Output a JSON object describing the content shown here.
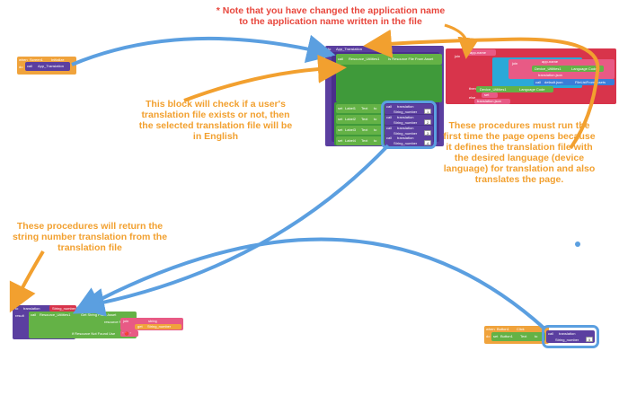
{
  "annotations": {
    "note_app_name": "* Note that you have changed the application name\nto the application name written in the file",
    "note_check_file": "This block will check if a user's\ntranslation file exists or not, then\nthe selected translation file will be\nin English",
    "note_first_time": "These procedures must run the\nfirst time the page opens because\nit defines the translation file with\nthe desired language (device\nlanguage) for translation and also\ntranslates the page.",
    "note_return": "These procedures will return the\nstring number translation from the\ntranslation file"
  },
  "blocks": {
    "screen_initialize": {
      "when": "when",
      "component": "Screen1",
      "event": "Initialize",
      "do": "do",
      "call": "call",
      "proc": "App_Translation"
    },
    "app_translation_def": {
      "to": "to",
      "name": "App_Translation",
      "do": "do",
      "call": "call",
      "util": "Resource_Utilities1",
      "method": "Is Resource File From Asset",
      "join": "join",
      "app_name": "app-name",
      "get": "get",
      "device_util": "Device_Utilities1",
      "lang_code": "Language Code",
      "translation_json": "translation.json",
      "file_list": "FileListFromAssets",
      "default_json": "default.json",
      "translation_json_end": "translation.json",
      "then": "then",
      "else": "else",
      "set": "set"
    },
    "label_sets": {
      "set": "set",
      "label1": "Label1",
      "label2": "Label2",
      "label3": "Label3",
      "label4": "Label4",
      "text": "Text",
      "to": "to",
      "call": "call",
      "translation": "translation",
      "string_number": "String_number",
      "values": [
        "1",
        "2",
        "3",
        "4"
      ]
    },
    "translation_def": {
      "to": "to",
      "name": "translation",
      "param": "String_number",
      "result": "result",
      "call": "call",
      "util": "Resource_Utilities1",
      "method": "Get String From Asset",
      "resource_name": "resource Name",
      "join": "join",
      "string": "string",
      "get": "get",
      "string_number": "String_number",
      "not_found": "if Resource Not Found Use",
      "not_found_value": "\" 🔴 \""
    },
    "button_click": {
      "when": "when",
      "component": "Button1",
      "event": "Click",
      "do": "do",
      "set": "set",
      "target": "Button1",
      "prop": "Text",
      "to": "to",
      "call": "call",
      "proc": "translation",
      "string_number": "String_number",
      "value": "5"
    }
  }
}
